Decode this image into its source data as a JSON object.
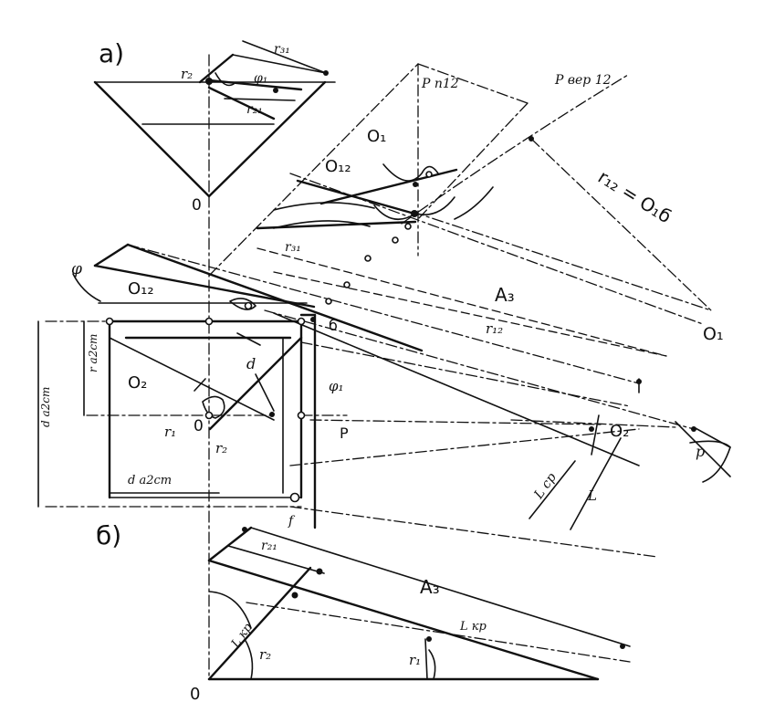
{
  "figure": {
    "part_a_label": "а)",
    "part_b_label": "б)",
    "labels": {
      "r2_top": "r₂",
      "r31_top": "r₃₁",
      "phi_top": "φ₁",
      "r21_top": "r₂₁",
      "origin_a": "0",
      "p_n12": "P n12",
      "p_ver12": "P вер 12",
      "o1_mid": "O₁",
      "o12_mid": "O₁₂",
      "r12_formula": "r₁₂ = O₁б",
      "o1_right": "O₁",
      "r31_mid": "r₃₁",
      "a3_mid": "A₃",
      "r12_mid": "r₁₂",
      "phi_left": "φ",
      "o12_left": "O₁₂",
      "b_label": "б",
      "d_label": "d",
      "o2_left": "O₂",
      "r_aacm": "r а2ст",
      "d_aacm": "d а2ст",
      "r1_center": "r₁",
      "o_center": "0",
      "r2_center": "r₂",
      "p_label": "P",
      "phi1_mid": "φ₁",
      "o2_right": "O₂",
      "p_right": "p",
      "l_cr": "L ср",
      "l_label": "L",
      "f_label": "f",
      "r21_bottom": "r₂₁",
      "a3_bottom": "A₃",
      "l_kp": "L кр",
      "l_kr": "L кр",
      "r2_bottom": "r₂",
      "r1_bottom": "r₁",
      "origin_b": "0"
    }
  }
}
